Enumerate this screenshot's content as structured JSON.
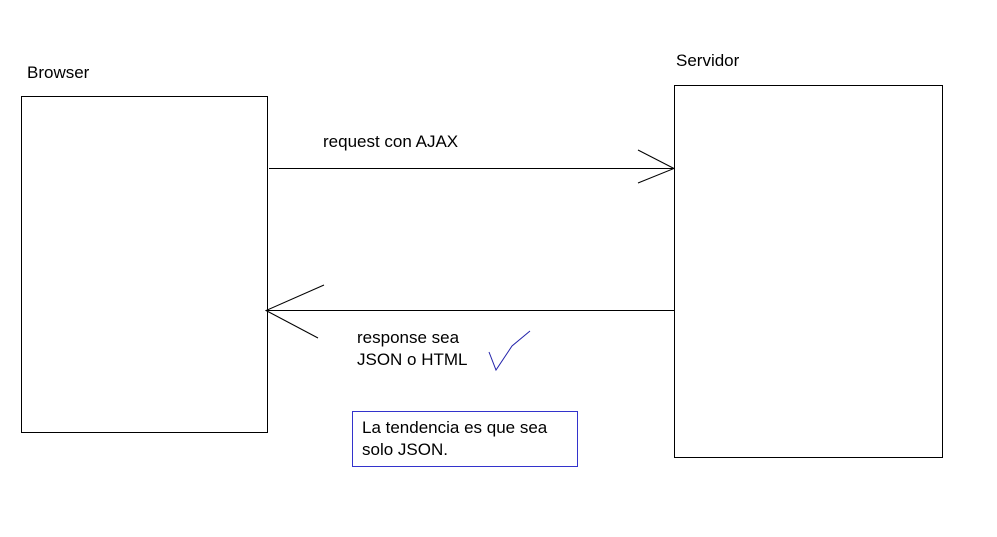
{
  "browser": {
    "label": "Browser"
  },
  "server": {
    "label": "Servidor"
  },
  "request": {
    "label": "request con AJAX"
  },
  "response": {
    "line1": "response sea",
    "line2": "JSON o HTML"
  },
  "note": {
    "line1": "La tendencia es que sea",
    "line2": "solo JSON."
  },
  "colors": {
    "line": "#000000",
    "note_border": "#3333cc",
    "checkmark": "#2222aa"
  }
}
